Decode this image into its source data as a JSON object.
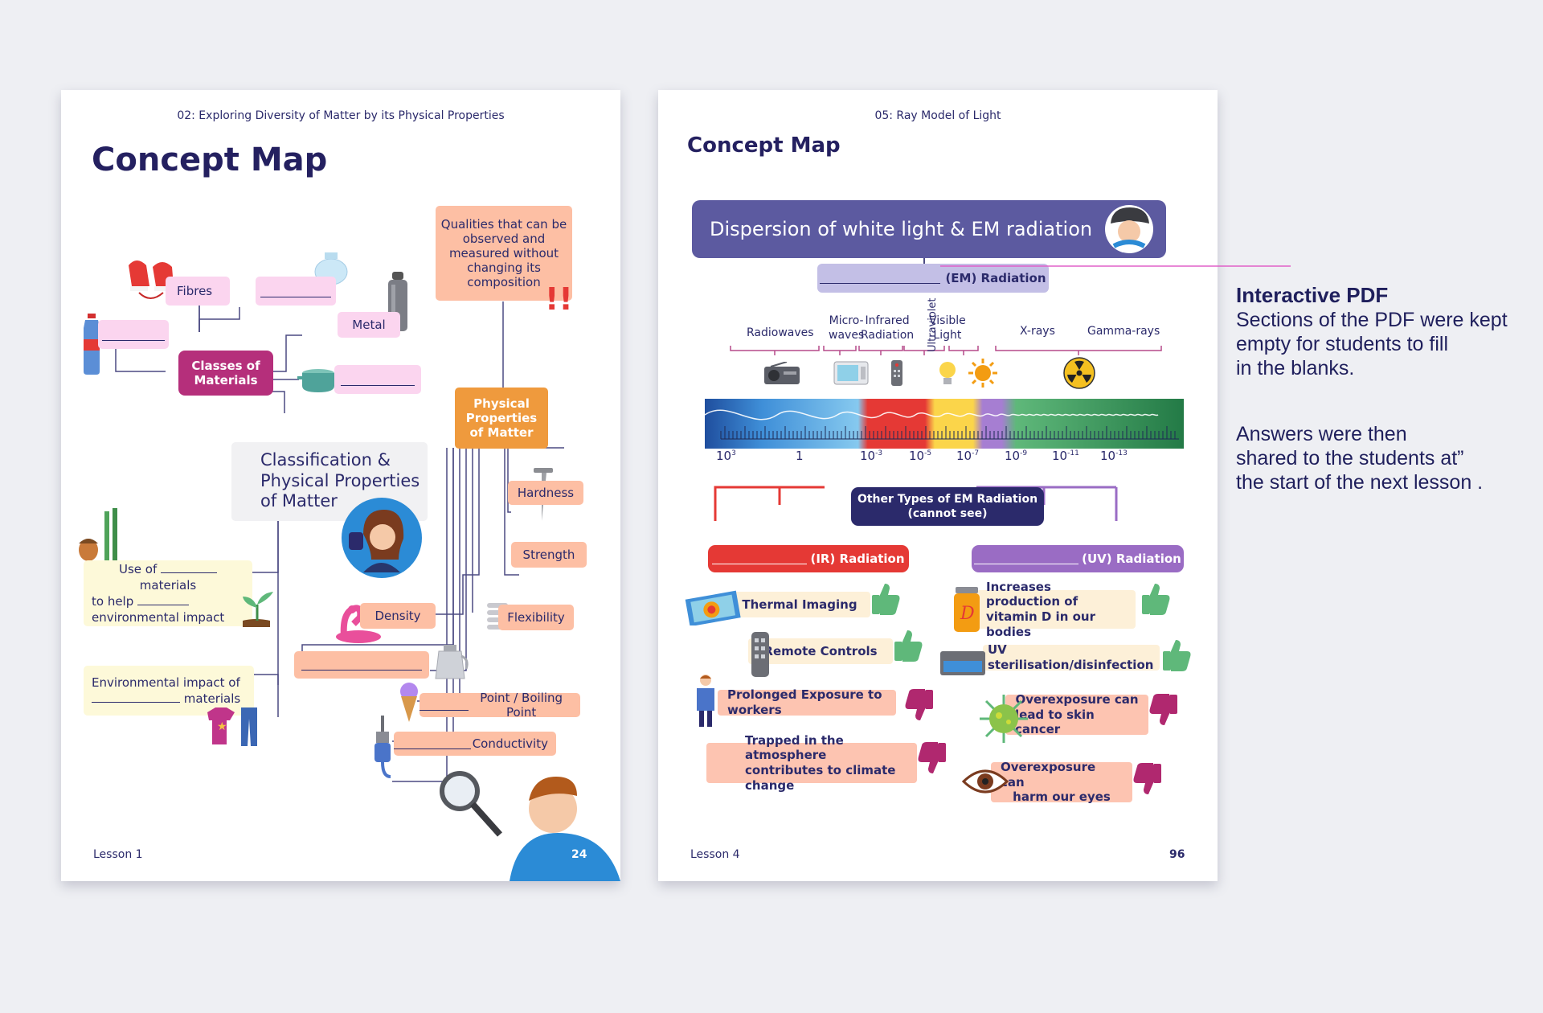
{
  "page1": {
    "header": "02: Exploring Diversity of Matter by its Physical Properties",
    "title": "Concept Map",
    "center_line1": "Classification &",
    "center_line2": "Physical Properties",
    "center_line3": "of Matter",
    "classes_line1": "Classes of",
    "classes_line2": "Materials",
    "fibres": "Fibres",
    "metal": "Metal",
    "qualities_line1": "Qualities that can be",
    "qualities_line2": "observed and",
    "qualities_line3": "measured without",
    "qualities_line4": "changing its",
    "qualities_line5": "composition",
    "exclaim": "!!",
    "physical_line1": "Physical",
    "physical_line2": "Properties",
    "physical_line3": "of Matter",
    "hardness": "Hardness",
    "strength": "Strength",
    "flexibility": "Flexibility",
    "density": "Density",
    "boiling": "Point / Boiling Point",
    "conductivity": "Conductivity",
    "use_of": "Use of",
    "materials": "materials",
    "to_help": "to help",
    "env_impact": "environmental impact",
    "env_impact_of": "Environmental impact of",
    "footer_lesson": "Lesson  1",
    "page_number": "24"
  },
  "page2": {
    "header": "05: Ray Model of Light",
    "title": "Concept Map",
    "banner": "Dispersion of white light & EM radiation",
    "em_radiation": "(EM) Radiation",
    "spectrum_labels": {
      "radiowaves": "Radiowaves",
      "micro1": "Micro-",
      "micro2": "waves",
      "infra1": "Infrared",
      "infra2": "Radiation",
      "visible1": "Visible",
      "visible2": "Light",
      "ultraviolet": "Ultraviolet",
      "xrays": "X-rays",
      "gamma": "Gamma-rays"
    },
    "scale": {
      "s1": "10",
      "s1e": "3",
      "s2": "1",
      "s3": "10",
      "s3e": "-3",
      "s4": "10",
      "s4e": "-5",
      "s5": "10",
      "s5e": "-7",
      "s6": "10",
      "s6e": "-9",
      "s7": "10",
      "s7e": "-11",
      "s8": "10",
      "s8e": "-13"
    },
    "other_line1": "Other Types of EM Radiation",
    "other_line2": "(cannot see)",
    "ir": "(IR) Radiation",
    "uv": "(UV) Radiation",
    "thermal": "Thermal Imaging",
    "remote": "Remote Controls",
    "prolonged": "Prolonged Exposure to workers",
    "trapped1": "Trapped in the atmosphere",
    "trapped2": "contributes to climate change",
    "vitd1": "Increases production of",
    "vitd2": "vitamin D in our bodies",
    "uvster": "UV sterilisation/disinfection",
    "skin1": "Overexposure can",
    "skin2": "lead to skin cancer",
    "eyes1": "Overexposure can",
    "eyes2": "harm our eyes",
    "footer_lesson": "Lesson  4",
    "page_number": "96"
  },
  "side": {
    "heading": "Interactive PDF",
    "para1_line1": "Sections of the PDF were kept",
    "para1_line2": "empty for students to fill",
    "para1_line3": "in the blanks.",
    "para2_line1": "Answers were then",
    "para2_line2": "shared to the students at”",
    "para2_line3": "the start of the next lesson ."
  },
  "colors": {
    "navy": "#2b2a6b",
    "magenta": "#b52f7b",
    "orange": "#ef9a3d",
    "red": "#e53935",
    "purple": "#9a6cc4",
    "lavender": "#c3bfe6",
    "banner": "#5c5aa0",
    "thumb_up": "#5fb87a",
    "thumb_down": "#b0286f"
  }
}
